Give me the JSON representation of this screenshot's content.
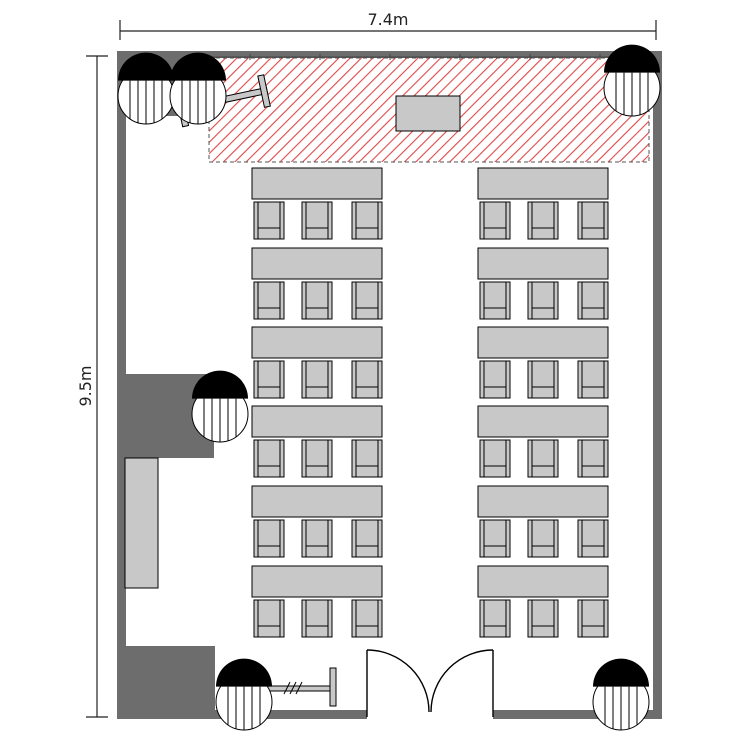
{
  "dimensions": {
    "width_label": "7.4m",
    "height_label": "9.5m"
  },
  "colors": {
    "wall": "#6d6d6d",
    "furniture_fill": "#c8c8c8",
    "outline": "#000000",
    "stage_hatch": "#e04848"
  },
  "layout": {
    "table_rows": 6,
    "table_columns": 2,
    "chairs_per_table": 3
  },
  "icons": {
    "lights": "ceiling-light-icon",
    "door": "double-door-icon",
    "stand": "projector-stand-icon",
    "stage": "stage-area"
  }
}
